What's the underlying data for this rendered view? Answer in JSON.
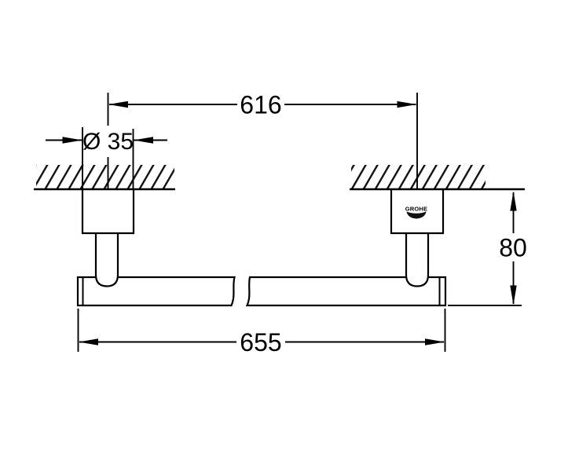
{
  "drawing": {
    "colors": {
      "background": "#ffffff",
      "line": "#000000"
    },
    "dimensions": {
      "center_distance": "616",
      "flange_diameter": "Ø 35",
      "overall_length": "655",
      "wall_projection": "80"
    },
    "logo_text": "GROHE"
  }
}
